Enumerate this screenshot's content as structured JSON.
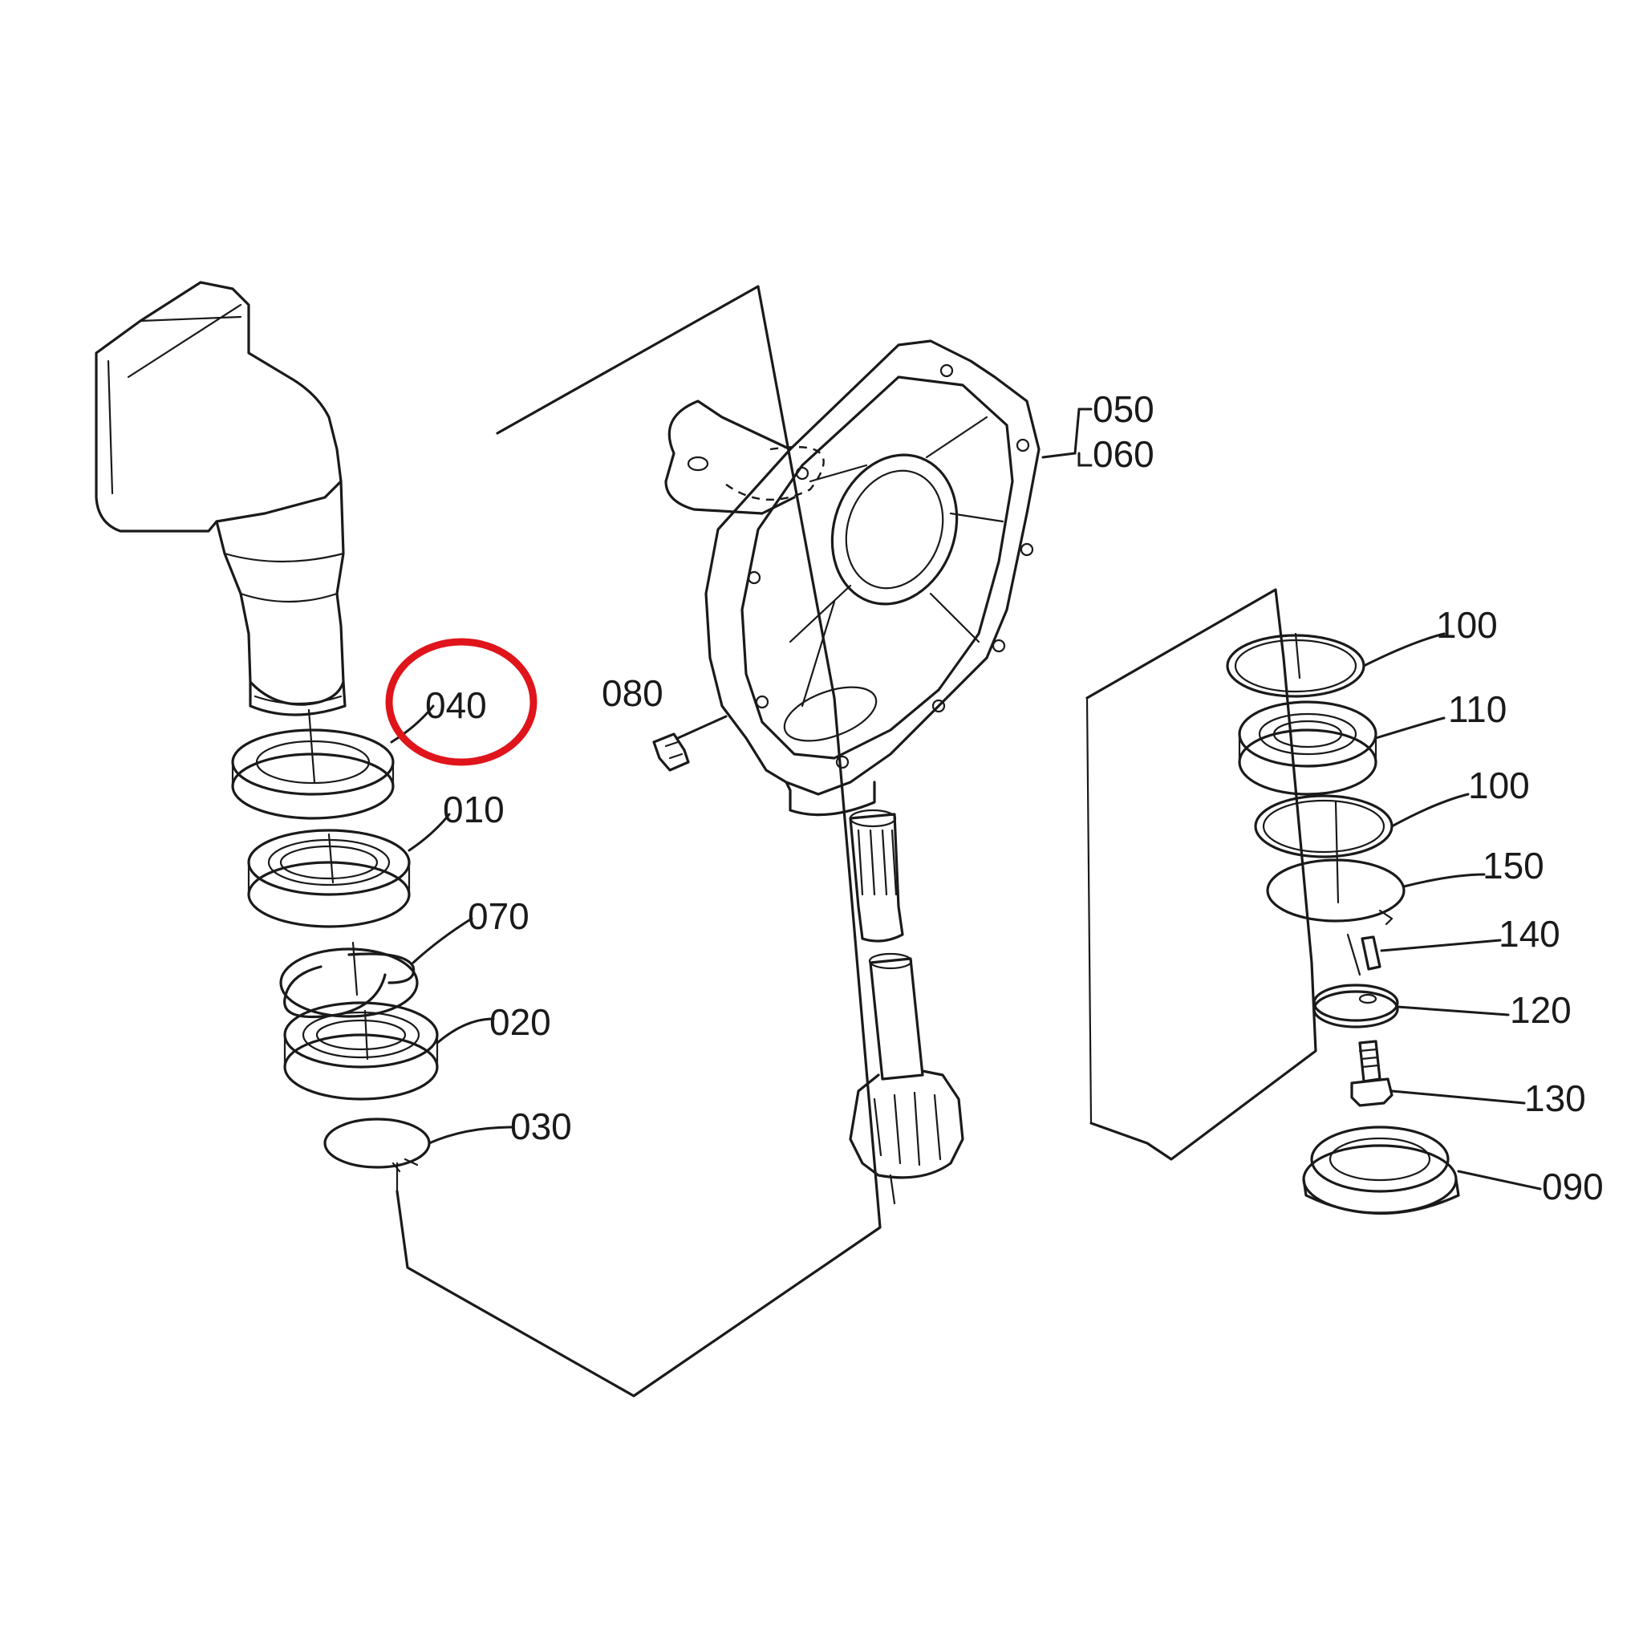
{
  "highlight_color": "#e0141b",
  "ink_color": "#1a1a1a",
  "callouts": {
    "c040": "040",
    "c010": "010",
    "c070": "070",
    "c020": "020",
    "c030": "030",
    "c080": "080",
    "c050": "050",
    "c060": "060",
    "c100a": "100",
    "c110": "110",
    "c100b": "100",
    "c150": "150",
    "c140": "140",
    "c120": "120",
    "c130": "130",
    "c090": "090"
  },
  "highlighted_part": "040"
}
